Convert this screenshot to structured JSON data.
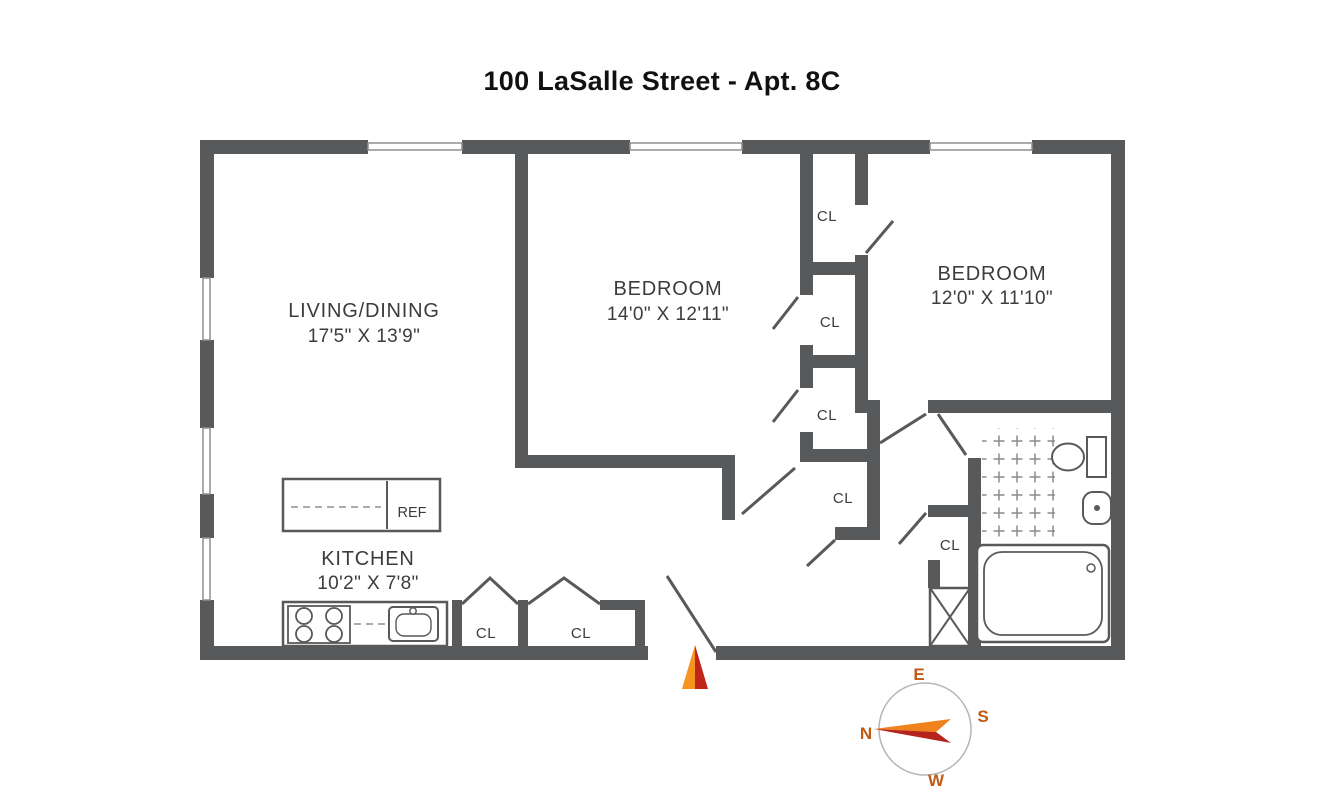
{
  "title": "100 LaSalle Street - Apt. 8C",
  "rooms": {
    "living_dining": {
      "name": "LIVING/DINING",
      "dimensions": "17'5\" X 13'9\""
    },
    "bedroom_1": {
      "name": "BEDROOM",
      "dimensions": "14'0\" X 12'11\""
    },
    "bedroom_2": {
      "name": "BEDROOM",
      "dimensions": "12'0\" X 11'10\""
    },
    "kitchen": {
      "name": "KITCHEN",
      "dimensions": "10'2\" X 7'8\""
    }
  },
  "closets": [
    {
      "label": "CL"
    },
    {
      "label": "CL"
    },
    {
      "label": "CL"
    },
    {
      "label": "CL"
    },
    {
      "label": "CL"
    },
    {
      "label": "CL"
    },
    {
      "label": "CL"
    }
  ],
  "fixtures": {
    "refrigerator": "REF"
  },
  "compass": {
    "north": "N",
    "east": "E",
    "south": "S",
    "west": "W"
  },
  "colors": {
    "wall": "#58595B",
    "compass_text": "#C05A14",
    "arrow_orange": "#F0821E",
    "arrow_red": "#B5231B",
    "entry_marker_orange": "#F5941E",
    "entry_marker_red": "#C0251C"
  }
}
